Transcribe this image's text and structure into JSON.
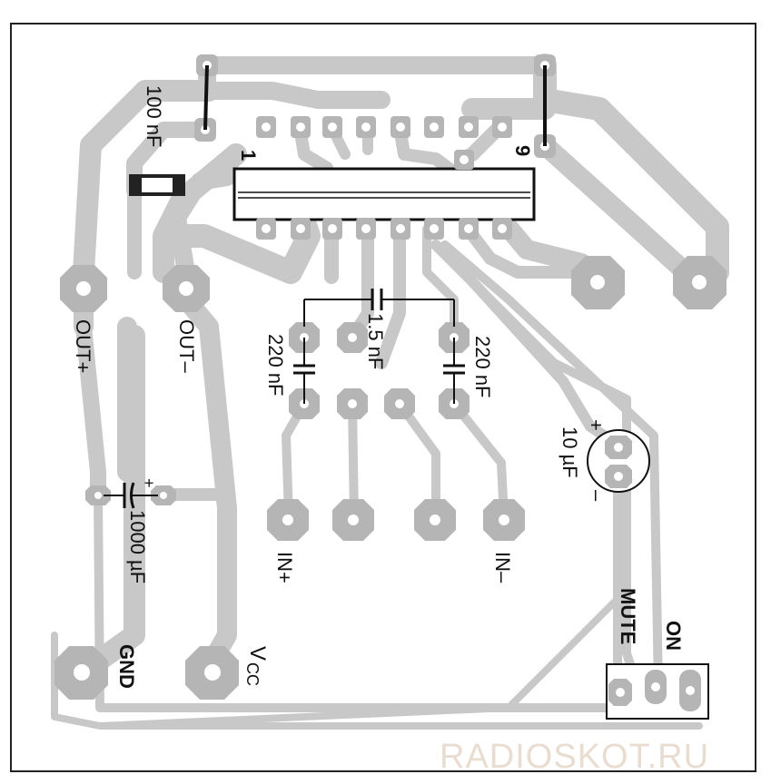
{
  "labels": {
    "cap_100nf": "100 nF",
    "ic_pin1": "1",
    "ic_pin9": "9",
    "out_plus": "OUT+",
    "out_minus": "OUT–",
    "cap_220nf_left": "220 nF",
    "cap_1_5nf": "1.5 nF",
    "cap_220nf_right": "220 nF",
    "cap_10uf_value": "10 µF",
    "cap_10uf_plus": "+",
    "cap_10uf_minus": "–",
    "cap_1000uf_value": "1000 µF",
    "cap_1000uf_plus": "+",
    "in_plus": "IN+",
    "in_minus": "IN–",
    "gnd": "GND",
    "vcc_v": "V",
    "vcc_cc": "CC",
    "mute": "MUTE",
    "on": "ON"
  },
  "watermark": "RADIOSKOT.RU",
  "colors": {
    "trace": "#c8c8c8",
    "pad": "#b5b5b5",
    "component_outline": "#111111",
    "resistor_body": "#222222"
  }
}
